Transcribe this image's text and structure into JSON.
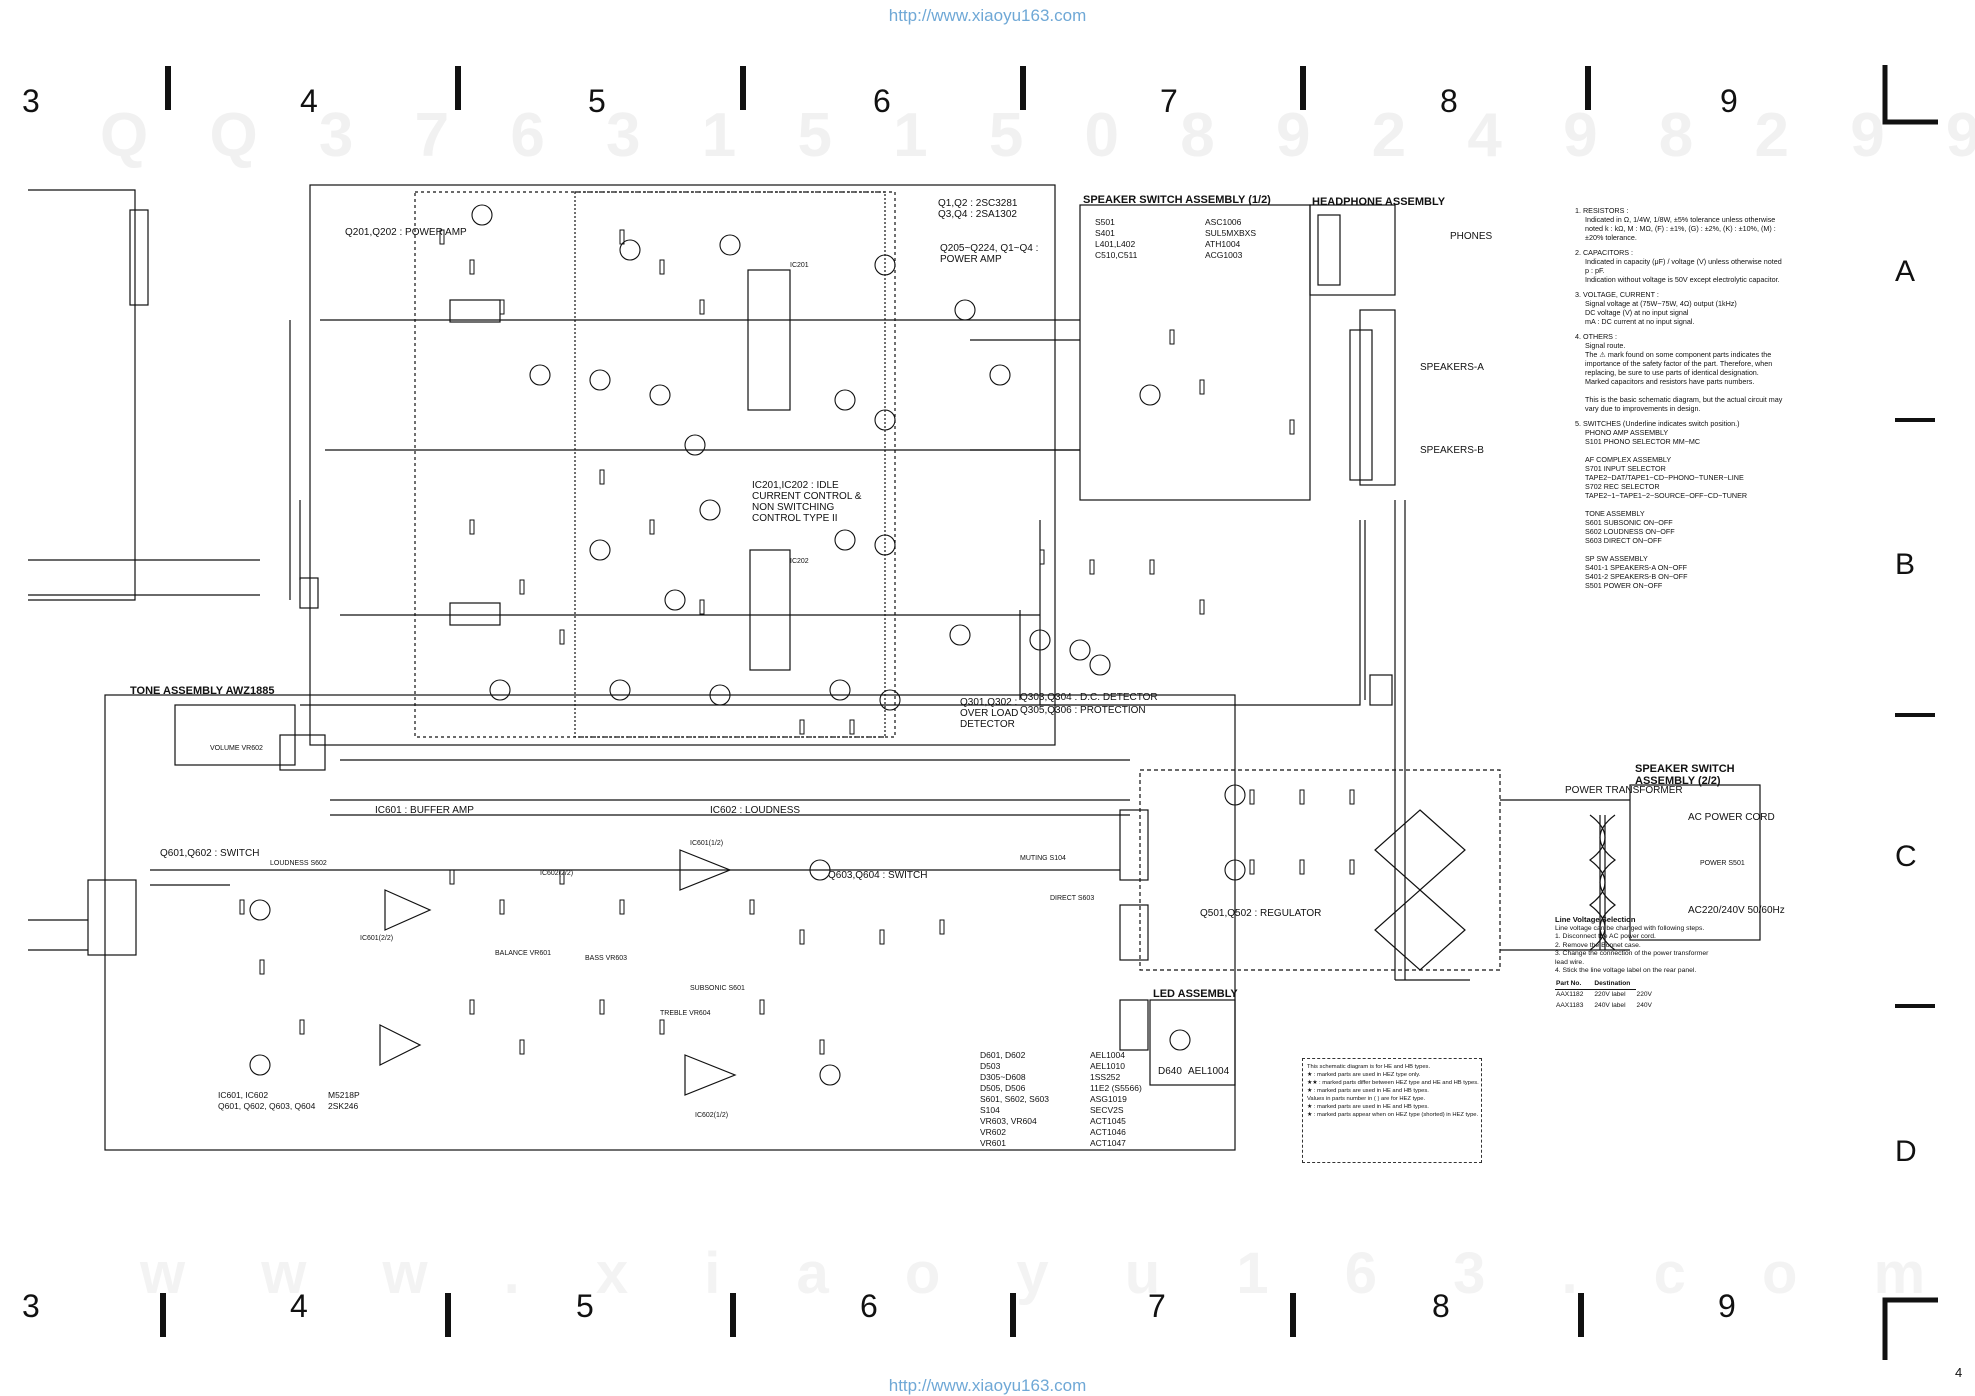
{
  "page": {
    "url_top": "http://www.xiaoyu163.com",
    "url_bottom": "http://www.xiaoyu163.com",
    "page_number": "4",
    "watermark_top": "Q Q 3 7 6 3 1 5 1 5 0   8 9 2 4 9 8 2 9 9",
    "watermark_bottom": "w w w . x i a o y u 1 6 3 . c o m",
    "grid_columns_top": [
      "3",
      "4",
      "5",
      "6",
      "7",
      "8",
      "9"
    ],
    "grid_columns_bottom": [
      "3",
      "4",
      "5",
      "6",
      "7",
      "8",
      "9"
    ],
    "grid_rows": [
      "A",
      "B",
      "C",
      "D"
    ]
  },
  "schematic": {
    "power_amp_label": "Q201,Q202 : POWER AMP",
    "q1_label": "Q1,Q2 : 2SC3281",
    "q3_label": "Q3,Q4 : 2SA1302",
    "q205_label": "Q205~Q224, Q1~Q4 : POWER AMP",
    "ic201_label": "IC201,IC202 : IDLE CURRENT CONTROL & NON SWITCHING CONTROL TYPE II",
    "speaker_switch_1": "SPEAKER SWITCH ASSEMBLY (1/2)",
    "headphone": "HEADPHONE ASSEMBLY",
    "s501_parts": [
      {
        "ref": "S501",
        "part": "ASC1006"
      },
      {
        "ref": "S401",
        "part": "SUL5MXBXS"
      },
      {
        "ref": "L401,L402",
        "part": "ATH1004"
      },
      {
        "ref": "C510,C511",
        "part": "ACG1003"
      }
    ],
    "speakers_a": "SPEAKERS-A",
    "speakers_b": "SPEAKERS-B",
    "phones": "PHONES",
    "tone_assembly": "TONE ASSEMBLY AWZ1885",
    "ic601_buffer": "IC601 : BUFFER AMP",
    "ic602_loudness": "IC602 : LOUDNESS",
    "q601_switch": "Q601,Q602 : SWITCH",
    "q603_switch": "Q603,Q604 : SWITCH",
    "q301_detector": "Q301,Q302 : OVER LOAD DETECTOR",
    "q303_detector": "Q303,Q304 : D.C. DETECTOR",
    "q305_protection": "Q305,Q306 : PROTECTION",
    "q501_regulator": "Q501,Q502 : REGULATOR",
    "speaker_switch_2": "SPEAKER SWITCH ASSEMBLY (2/2)",
    "power_transformer": "POWER TRANSFORMER",
    "ac_power_cord": "AC POWER CORD",
    "ac_voltage": "AC220/240V 50/60Hz",
    "led_assembly": "LED ASSEMBLY",
    "led_part": {
      "ref": "D640",
      "part": "AEL1004"
    },
    "ic_parts_left": [
      {
        "ref": "IC601, IC602",
        "part": "M5218P"
      },
      {
        "ref": "Q601, Q602, Q603, Q604",
        "part": "2SK246"
      }
    ],
    "diode_parts": [
      {
        "ref": "D601, D602",
        "part": "AEL1004"
      },
      {
        "ref": "D503",
        "part": "AEL1010"
      },
      {
        "ref": "D305~D608",
        "part": "1SS252"
      },
      {
        "ref": "D505, D506",
        "part": "11E2 (S5566)"
      },
      {
        "ref": "S601, S602, S603",
        "part": "ASG1019"
      },
      {
        "ref": "S104",
        "part": "SECV2S"
      },
      {
        "ref": "VR603, VR604",
        "part": "ACT1045"
      },
      {
        "ref": "VR602",
        "part": "ACT1046"
      },
      {
        "ref": "VR601",
        "part": "ACT1047"
      }
    ],
    "small_labels": [
      "IC201",
      "IC202",
      "IC601(1/2)",
      "IC602(1/2)",
      "IC602(2/2)",
      "IC601(2/2)",
      "BALANCE VR601",
      "BASS VR603",
      "TREBLE VR604",
      "LOUDNESS S602",
      "SUBSONIC S601",
      "DIRECT S603",
      "MUTING S104",
      "VOLUME VR602",
      "POWER S501"
    ]
  },
  "notes": {
    "items": [
      {
        "h": "1.  RESISTORS :",
        "lines": [
          "Indicated in Ω, 1/4W, 1/8W, ±5% tolerance unless otherwise",
          "noted k : kΩ, M : MΩ, (F) : ±1%, (G) : ±2%, (K) : ±10%, (M) :",
          "±20% tolerance."
        ]
      },
      {
        "h": "2.  CAPACITORS :",
        "lines": [
          "Indicated in capacity (μF) / voltage (V) unless otherwise noted",
          "p : pF.",
          "Indication without voltage is 50V except electrolytic capacitor."
        ]
      },
      {
        "h": "3.  VOLTAGE, CURRENT :",
        "lines": [
          "Signal voltage at (75W~75W, 4Ω) output (1kHz)",
          "DC voltage (V) at no input signal",
          "mA : DC current at no input signal."
        ]
      },
      {
        "h": "4.  OTHERS :",
        "lines": [
          "Signal route.",
          "The ⚠ mark found on some component parts indicates the",
          "importance of the safety factor of the part. Therefore, when",
          "replacing, be sure to use parts of identical designation.",
          "Marked capacitors and resistors have parts numbers.",
          "",
          "This is the basic schematic diagram, but the actual circuit may",
          "vary due to improvements in design."
        ]
      },
      {
        "h": "5.  SWITCHES (Underline indicates switch position.)",
        "lines": [
          "PHONO AMP ASSEMBLY",
          "S101   PHONO SELECTOR          MM~MC",
          "",
          "AF COMPLEX ASSEMBLY",
          "S701   INPUT SELECTOR",
          "          TAPE2~DAT/TAPE1~CD~PHONO~TUNER~LINE",
          "S702   REC SELECTOR",
          "          TAPE2~1~TAPE1~2~SOURCE~OFF~CD~TUNER",
          "",
          "TONE ASSEMBLY",
          "S601   SUBSONIC               ON~OFF",
          "S602   LOUDNESS               ON~OFF",
          "S603   DIRECT                   ON~OFF",
          "",
          "SP SW ASSEMBLY",
          "S401-1   SPEAKERS-A         ON~OFF",
          "S401-2   SPEAKERS-B         ON~OFF",
          "S501     POWER                   ON~OFF"
        ]
      }
    ]
  },
  "line_voltage": {
    "title": "Line Voltage Selection",
    "lines": [
      "Line voltage can be changed with following steps.",
      "1.  Disconnect the AC power cord.",
      "2.  Remove the Bonnet case.",
      "3.  Change the connection of the power transformer",
      "     lead wire.",
      "4.  Stick the line voltage label on the rear panel."
    ],
    "table_header": [
      "Part No.",
      "Destination"
    ],
    "table_rows": [
      [
        "AAX1182",
        "220V label",
        "220V"
      ],
      [
        "AAX1183",
        "240V label",
        "240V"
      ]
    ]
  },
  "footnote_box": {
    "lines": [
      "This schematic diagram is for HE and HB types.",
      "★ : marked parts are used in HEZ type only.",
      "★★ : marked parts differ between HEZ type and HE and HB types.",
      "★ : marked parts are used in HE and HB types.",
      "Values in parts number in ( ) are for HEZ type.",
      "★ : marked parts are used in HE and HB types.",
      "★ : marked parts   appear when on HEZ type (shorted) in HEZ type."
    ]
  },
  "colors": {
    "ink": "#111111",
    "watermark": "#f1f1f1",
    "url": "#6fa8d6"
  }
}
